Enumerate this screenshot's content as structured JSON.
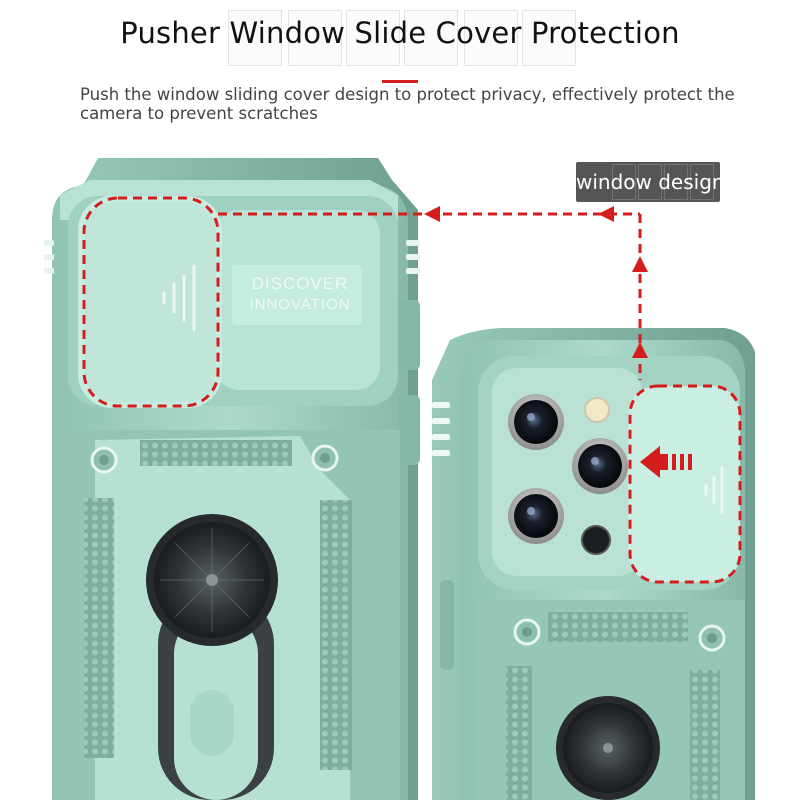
{
  "header": {
    "title": "Pusher Window Slide Cover Protection",
    "subtitle": "Push the window sliding cover design to protect privacy, effectively protect the camera to prevent scratches"
  },
  "callout": {
    "label": "window design"
  },
  "case_left": {
    "emboss_line1": "DISCOVER",
    "emboss_line2": "INNOVATION"
  },
  "colors": {
    "case_mint": "#a9d8c9",
    "case_dark": "#7fb0a1",
    "case_light": "#c9ebe0",
    "highlight_red": "#d41e1e",
    "metal_dark": "#2b3033",
    "label_bg": "#555555"
  },
  "icons": [
    "push-arrow-icon",
    "sound-wave-icon",
    "ring-holder-icon",
    "camera-lens-icon"
  ]
}
